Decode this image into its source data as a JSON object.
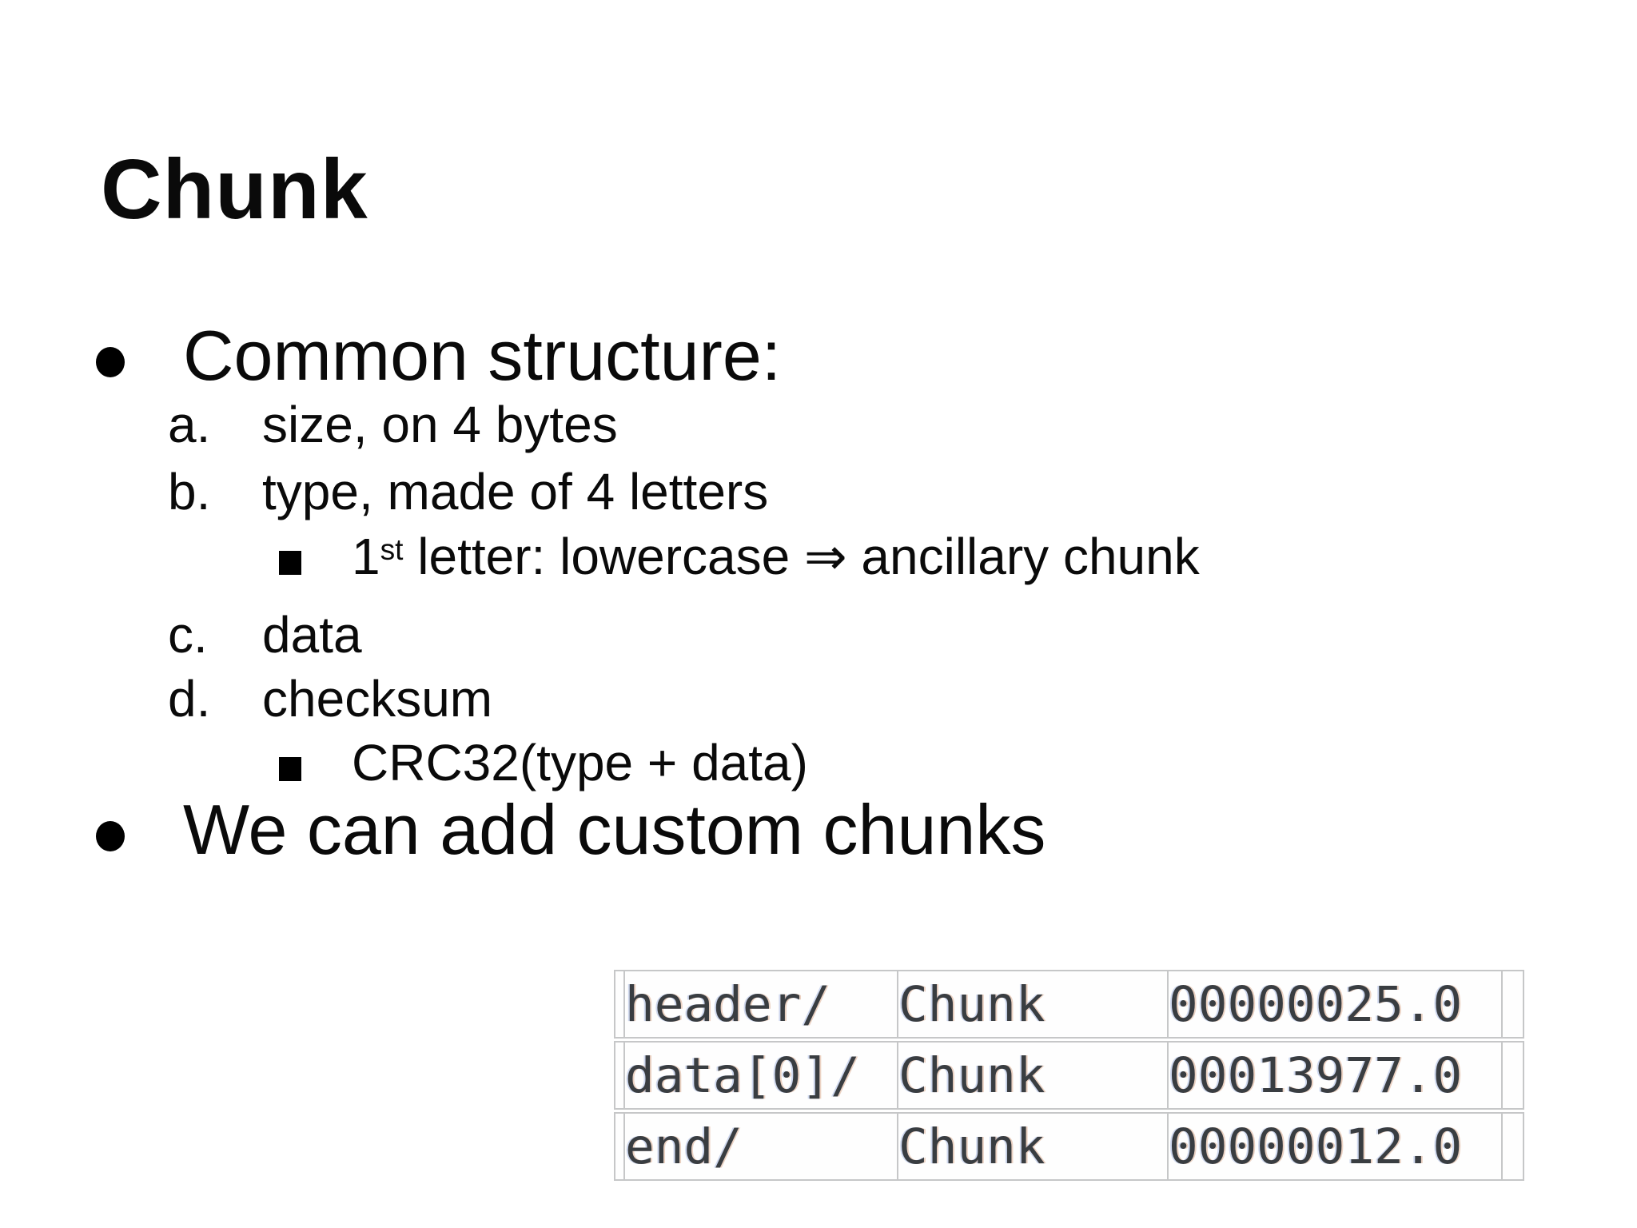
{
  "title": "Chunk",
  "bullets": {
    "item1": "Common structure:",
    "sub_a_marker": "a.",
    "sub_a": "size, on 4 bytes",
    "sub_b_marker": "b.",
    "sub_b": "type, made of 4 letters",
    "sub_b_note_num": "1",
    "sub_b_note_sup": "st",
    "sub_b_note_rest": " letter: lowercase ⇒ ancillary chunk",
    "sub_c_marker": "c.",
    "sub_c": "data",
    "sub_d_marker": "d.",
    "sub_d": "checksum",
    "sub_d_note": "CRC32(type + data)",
    "item2": "We can add custom chunks"
  },
  "table": {
    "rows": [
      {
        "name": "header/",
        "type": "Chunk",
        "value": "00000025.0"
      },
      {
        "name": "data[0]/",
        "type": "Chunk",
        "value": "00013977.0"
      },
      {
        "name": "end/",
        "type": "Chunk",
        "value": "00000012.0"
      }
    ]
  },
  "colors": {
    "background": "#ffffff",
    "text": "#0a0a0a",
    "table_text": "#393d41",
    "table_border": "#c6c7c8"
  }
}
